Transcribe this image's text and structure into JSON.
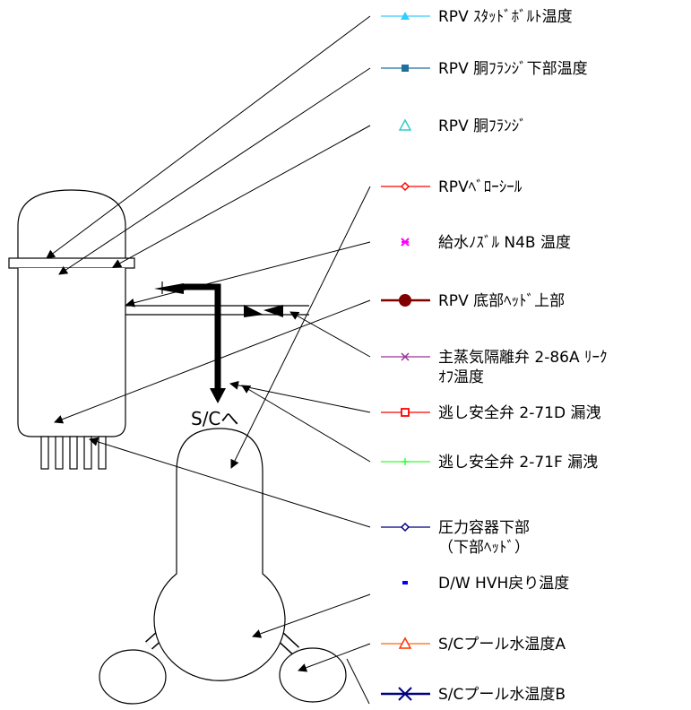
{
  "diagram": {
    "sc_label": "S/Cへ",
    "legend": [
      {
        "key": "rpv_stud_bolt",
        "label": "RPV ｽﾀｯﾄﾞﾎﾞﾙﾄ温度",
        "line_color": "#33ccff",
        "marker_color": "#33ccff",
        "marker": "triangle-filled"
      },
      {
        "key": "rpv_flange_lower",
        "label": "RPV 胴ﾌﾗﾝｼﾞ下部温度",
        "line_color": "#1f6f9f",
        "marker_color": "#1f6f9f",
        "marker": "square-filled"
      },
      {
        "key": "rpv_flange",
        "label": "RPV 胴ﾌﾗﾝｼﾞ",
        "line_color": "",
        "marker_color": "#33cccc",
        "marker": "triangle-open"
      },
      {
        "key": "rpv_bellows",
        "label": "RPVﾍﾞﾛｰｼｰﾙ",
        "line_color": "#ff0000",
        "marker_color": "#ff0000",
        "marker": "diamond-open"
      },
      {
        "key": "feedwater_nozzle",
        "label": "給水ﾉｽﾞﾙ N4B 温度",
        "line_color": "",
        "marker_color": "#ff00ff",
        "marker": "asterisk"
      },
      {
        "key": "bottom_head_upper",
        "label": "RPV 底部ﾍｯﾄﾞ上部",
        "line_color": "#800000",
        "marker_color": "#800000",
        "marker": "circle-filled"
      },
      {
        "key": "msiv_leakoff",
        "label": "主蒸気隔離弁 2-86A ﾘｰｸ",
        "label2": "ｵﾌ温度",
        "line_color": "#993399",
        "marker_color": "#993399",
        "marker": "x"
      },
      {
        "key": "srv_71d",
        "label": "逃し安全弁 2-71D 漏洩",
        "line_color": "#ff0000",
        "marker_color": "#ff0000",
        "marker": "square-open"
      },
      {
        "key": "srv_71f",
        "label": "逃し安全弁 2-71F 漏洩",
        "line_color": "#33ff33",
        "marker_color": "#33ff33",
        "marker": "plus"
      },
      {
        "key": "vessel_lower",
        "label": "圧力容器下部",
        "label2": "（下部ﾍｯﾄﾞ）",
        "line_color": "#000080",
        "marker_color": "#000080",
        "marker": "diamond-open"
      },
      {
        "key": "dw_hvh",
        "label": "D/W HVH戻り温度",
        "line_color": "",
        "marker_color": "#0000ff",
        "marker": "dash"
      },
      {
        "key": "sc_pool_a",
        "label": "S/Cプール水温度A",
        "line_color": "#ff6600",
        "marker_color": "#ff3300",
        "marker": "triangle-open"
      },
      {
        "key": "sc_pool_b",
        "label": "S/Cプール水温度B",
        "line_color": "#000080",
        "marker_color": "#000080",
        "marker": "x"
      }
    ]
  }
}
